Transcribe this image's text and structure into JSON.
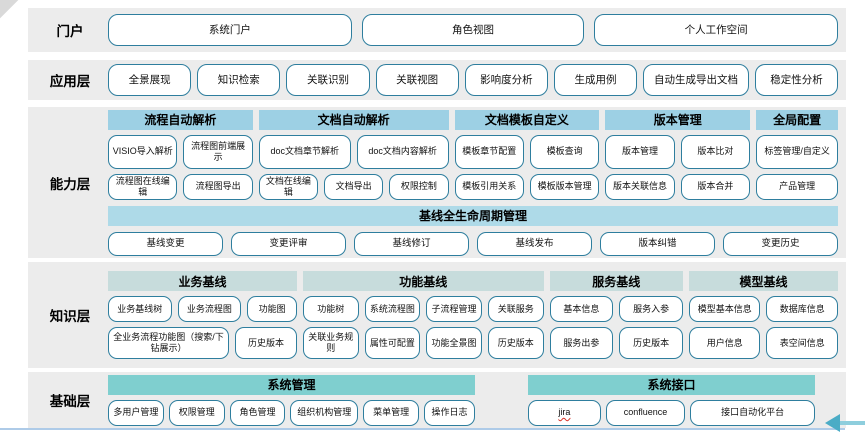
{
  "portal": {
    "label": "门户",
    "items": [
      "系统门户",
      "角色视图",
      "个人工作空间"
    ]
  },
  "app": {
    "label": "应用层",
    "items": [
      "全景展现",
      "知识检索",
      "关联识别",
      "关联视图",
      "影响度分析",
      "生成用例",
      "自动生成导出文档",
      "稳定性分析"
    ]
  },
  "capability": {
    "label": "能力层",
    "groups": [
      {
        "title": "流程自动解析",
        "row1": [
          "VISIO导入解析",
          "流程图前端展示"
        ],
        "row2": [
          "流程图在线编辑",
          "流程图导出"
        ]
      },
      {
        "title": "文档自动解析",
        "row1": [
          "doc文档章节解析",
          "doc文档内容解析"
        ],
        "row2": [
          "文档在线编辑",
          "文档导出",
          "权限控制"
        ]
      },
      {
        "title": "文档模板自定义",
        "row1": [
          "模板章节配置",
          "模板查询"
        ],
        "row2": [
          "模板引用关系",
          "模板版本管理"
        ]
      },
      {
        "title": "版本管理",
        "row1": [
          "版本管理",
          "版本比对"
        ],
        "row2": [
          "版本关联信息",
          "版本合并"
        ]
      },
      {
        "title": "全局配置",
        "row1": [
          "标签管理/自定义"
        ],
        "row2": [
          "产品管理"
        ]
      }
    ],
    "baseline": {
      "title": "基线全生命周期管理",
      "items": [
        "基线变更",
        "变更评审",
        "基线修订",
        "基线发布",
        "版本纠错",
        "变更历史"
      ]
    }
  },
  "knowledge": {
    "label": "知识层",
    "groups": [
      {
        "title": "业务基线",
        "row1": [
          "业务基线树",
          "业务流程图",
          "功能图"
        ],
        "row2": [
          "全业务流程功能图（搜索/下钻展示）",
          "历史版本"
        ]
      },
      {
        "title": "功能基线",
        "row1": [
          "功能树",
          "系统流程图",
          "子流程管理",
          "关联服务"
        ],
        "row2": [
          "关联业务规则",
          "属性可配置",
          "功能全景图",
          "历史版本"
        ]
      },
      {
        "title": "服务基线",
        "row1": [
          "基本信息",
          "服务入参"
        ],
        "row2": [
          "服务出参",
          "历史版本"
        ]
      },
      {
        "title": "模型基线",
        "row1": [
          "模型基本信息",
          "数据库信息"
        ],
        "row2": [
          "用户信息",
          "表空间信息"
        ]
      }
    ]
  },
  "base": {
    "label": "基础层",
    "groups": [
      {
        "title": "系统管理",
        "items": [
          "多用户管理",
          "权限管理",
          "角色管理",
          "组织机构管理",
          "菜单管理",
          "操作日志"
        ]
      },
      {
        "title": "系统接口",
        "items": [
          "jira",
          "confluence",
          "接口自动化平台"
        ]
      }
    ]
  },
  "colors": {
    "band_gray": "#ECECEC",
    "button_border": "#2E7E9E",
    "capability_header_blue": "#9DD0E4",
    "baseline_bar_blue": "#AEDAE8",
    "knowledge_header_teal_gray": "#C7DCDC",
    "base_header_teal": "#7FCFCF",
    "arrow_teal": "#4BACC6",
    "bottom_line_blue": "#AECBE8"
  }
}
